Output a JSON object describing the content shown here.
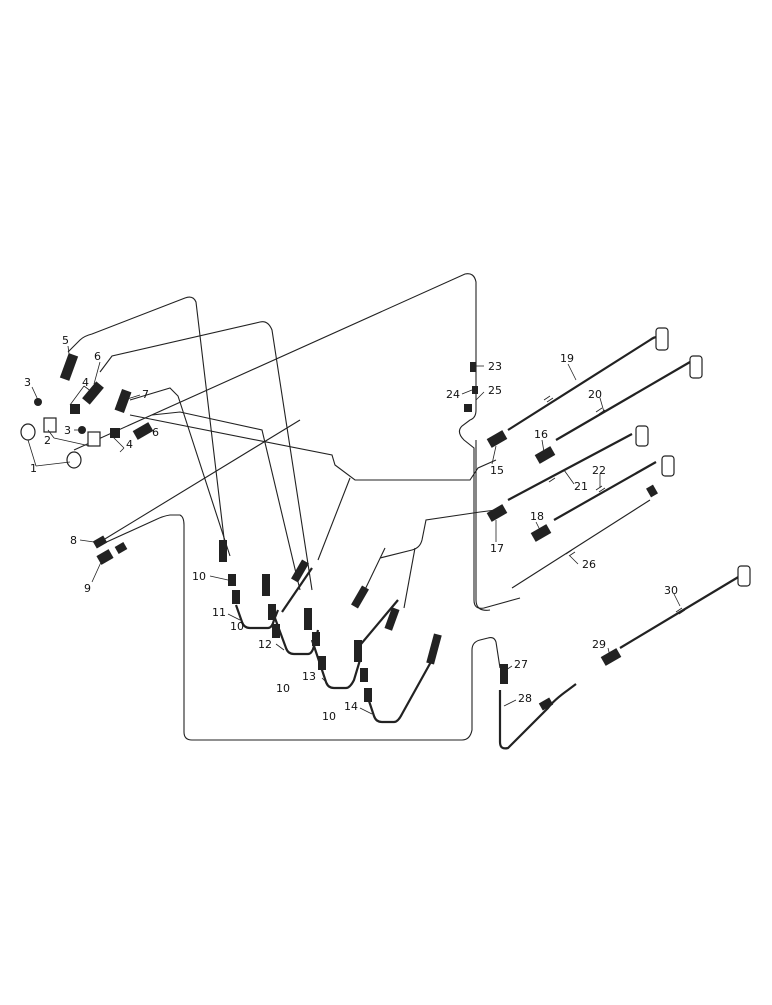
{
  "labels": {
    "l1": "1",
    "l2": "2",
    "l3a": "3",
    "l3b": "3",
    "l4a": "4",
    "l4b": "4",
    "l5": "5",
    "l6a": "6",
    "l6b": "6",
    "l7": "7",
    "l8": "8",
    "l9": "9",
    "l10a": "10",
    "l10b": "10",
    "l10c": "10",
    "l10d": "10",
    "l11": "11",
    "l12": "12",
    "l13": "13",
    "l14": "14",
    "l15": "15",
    "l16": "16",
    "l17": "17",
    "l18": "18",
    "l19": "19",
    "l20": "20",
    "l21": "21",
    "l22": "22",
    "l23": "23",
    "l24": "24",
    "l25": "25",
    "l26": "26",
    "l27": "27",
    "l28": "28",
    "l29": "29",
    "l30": "30"
  }
}
